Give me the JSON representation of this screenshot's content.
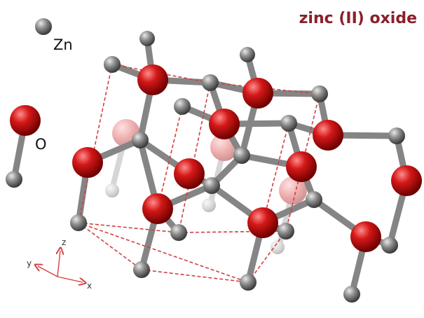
{
  "title": "zinc (II) oxide",
  "legend": [
    {
      "label": "Zn",
      "color": "#6f6f6f"
    },
    {
      "label": "O",
      "color": "#c81414"
    }
  ],
  "axes": {
    "z": "z",
    "y": "y",
    "x": "x"
  },
  "colors": {
    "zinc": "#6f6f6f",
    "oxygen": "#c81414",
    "unit_cell": "#d24040",
    "bond": "#8c8c8c",
    "title": "#8a1f2a"
  }
}
